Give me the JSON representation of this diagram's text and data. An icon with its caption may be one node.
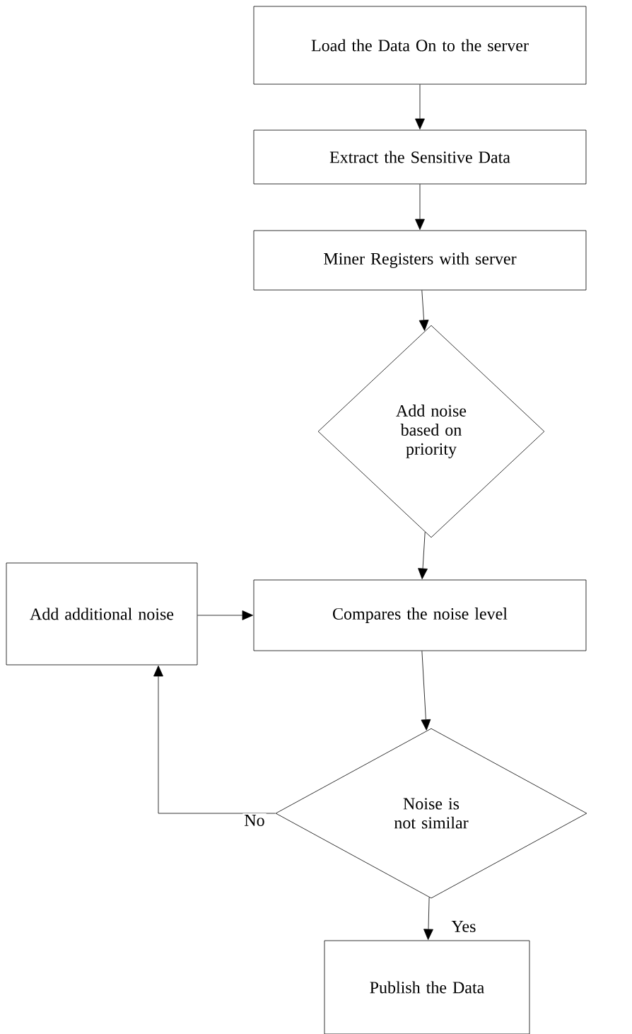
{
  "diagram": {
    "nodes": [
      {
        "text": [
          "Load the Data On to the server"
        ]
      },
      {
        "text": [
          "Extract the Sensitive Data"
        ]
      },
      {
        "text": [
          "Miner Registers with server"
        ]
      },
      {
        "text": [
          "Add noise based on priority"
        ]
      },
      {
        "text": [
          "Compares the noise level"
        ]
      },
      {
        "text": [
          "Add additional noise"
        ]
      },
      {
        "text": [
          "Noise is not similar"
        ]
      },
      {
        "text": [
          "Publish the Data"
        ]
      }
    ],
    "edges": [
      {
        "from": 0,
        "to": 1,
        "arrow": "to"
      },
      {
        "from": 1,
        "to": 2,
        "arrow": "to"
      },
      {
        "from": 2,
        "to": 3,
        "arrow": "to"
      },
      {
        "from": 3,
        "to": 4,
        "arrow": "to"
      },
      {
        "from": 5,
        "to": 4,
        "arrow": "to"
      },
      {
        "from": 4,
        "to": 6,
        "arrow": "to"
      },
      {
        "from": 6,
        "to": 5,
        "arrow": "to",
        "label": "No"
      },
      {
        "from": 6,
        "to": 7,
        "arrow": "to",
        "label": "Yes"
      }
    ]
  }
}
